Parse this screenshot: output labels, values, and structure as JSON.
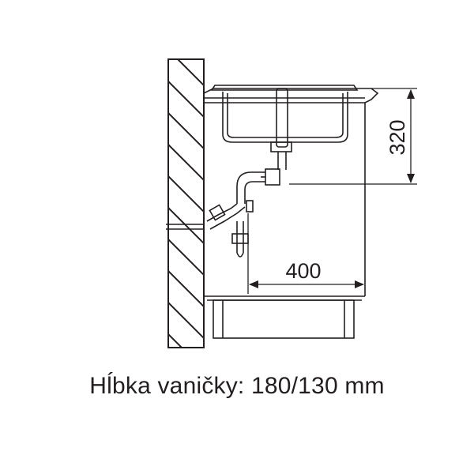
{
  "drawing": {
    "dimension_height": "320",
    "dimension_width": "400",
    "caption": "Hĺbka vaničky: 180/130 mm",
    "line_color": "#231f20"
  }
}
